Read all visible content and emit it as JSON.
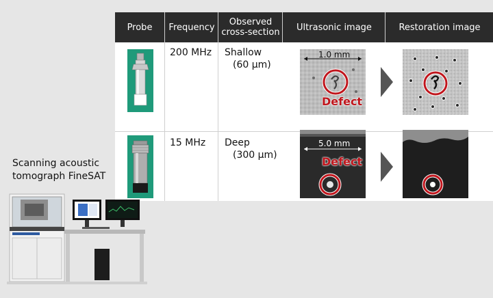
{
  "table": {
    "headers": {
      "probe": "Probe",
      "frequency": "Frequency",
      "observed_line1": "Observed",
      "observed_line2": "cross-section",
      "ultrasonic": "Ultrasonic image",
      "restoration": "Restoration image"
    },
    "rows": [
      {
        "frequency": "200 MHz",
        "section_name": "Shallow",
        "section_depth": "(60 µm)",
        "scale_label": "1.0 mm",
        "defect_label": "Defect"
      },
      {
        "frequency": "15 MHz",
        "section_name": "Deep",
        "section_depth": "(300 µm)",
        "scale_label": "5.0 mm",
        "defect_label": "Defect"
      }
    ]
  },
  "caption": {
    "line1": "Scanning acoustic",
    "line2": "tomograph FineSAT"
  },
  "colors": {
    "header_bg": "#2b2b2b",
    "defect_red": "#c0161d",
    "probe_green": "#1f9a7a",
    "arrow_gray": "#555555"
  }
}
